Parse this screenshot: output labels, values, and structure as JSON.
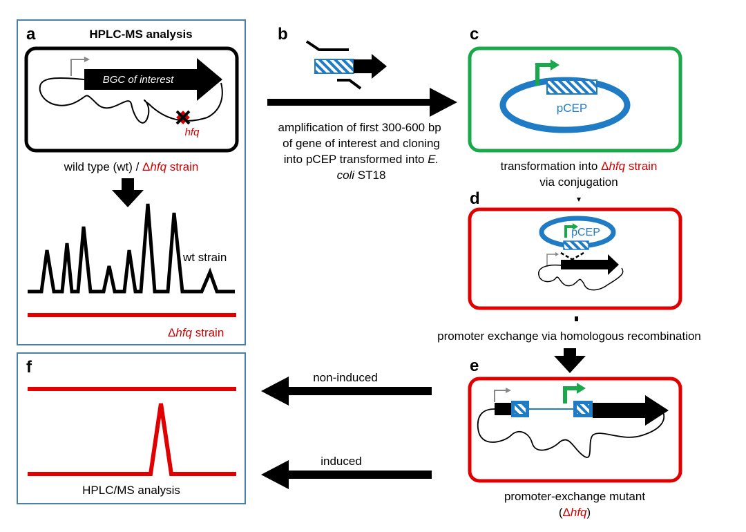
{
  "panels": {
    "a": {
      "label": "a",
      "title": "HPLC-MS analysis",
      "gene_label": "BGC of interest",
      "hfq_label": "hfq",
      "strain_caption_prefix": "wild type (wt) / ",
      "strain_caption_delta": "Δ",
      "strain_caption_hfq": "hfq",
      "strain_caption_suffix": " strain",
      "wt_trace_label": "wt strain",
      "delta_trace_delta": "Δ",
      "delta_trace_hfq": "hfq",
      "delta_trace_suffix": " strain"
    },
    "b": {
      "label": "b",
      "caption_line1": "amplification of first 300-600 bp",
      "caption_line2": "of gene of interest and cloning",
      "caption_line3_prefix": "into pCEP transformed into ",
      "caption_line3_italic": "E.",
      "caption_line4_italic": "coli",
      "caption_line4_suffix": " ST18"
    },
    "c": {
      "label": "c",
      "plasmid_label": "pCEP",
      "caption_line1_prefix": "transformation into ",
      "caption_line1_delta": "Δ",
      "caption_line1_hfq": "hfq",
      "caption_line1_suffix": " strain",
      "caption_line2": "via conjugation"
    },
    "d": {
      "label": "d",
      "plasmid_label": "pCEP",
      "caption": "promoter exchange via homologous recombination"
    },
    "e": {
      "label": "e",
      "caption_line1": "promoter-exchange mutant",
      "caption_line2_open": "(",
      "caption_line2_delta": "Δ",
      "caption_line2_hfq": "hfq",
      "caption_line2_close": ")"
    },
    "f": {
      "label": "f",
      "caption": "HPLC/MS analysis"
    }
  },
  "arrows": {
    "top": "non-induced",
    "bottom": "induced"
  },
  "colors": {
    "red": "#e00000",
    "green": "#19a84a",
    "blue": "#1f7bc4",
    "panel_border": "#4a7fa6",
    "black": "#000000"
  }
}
